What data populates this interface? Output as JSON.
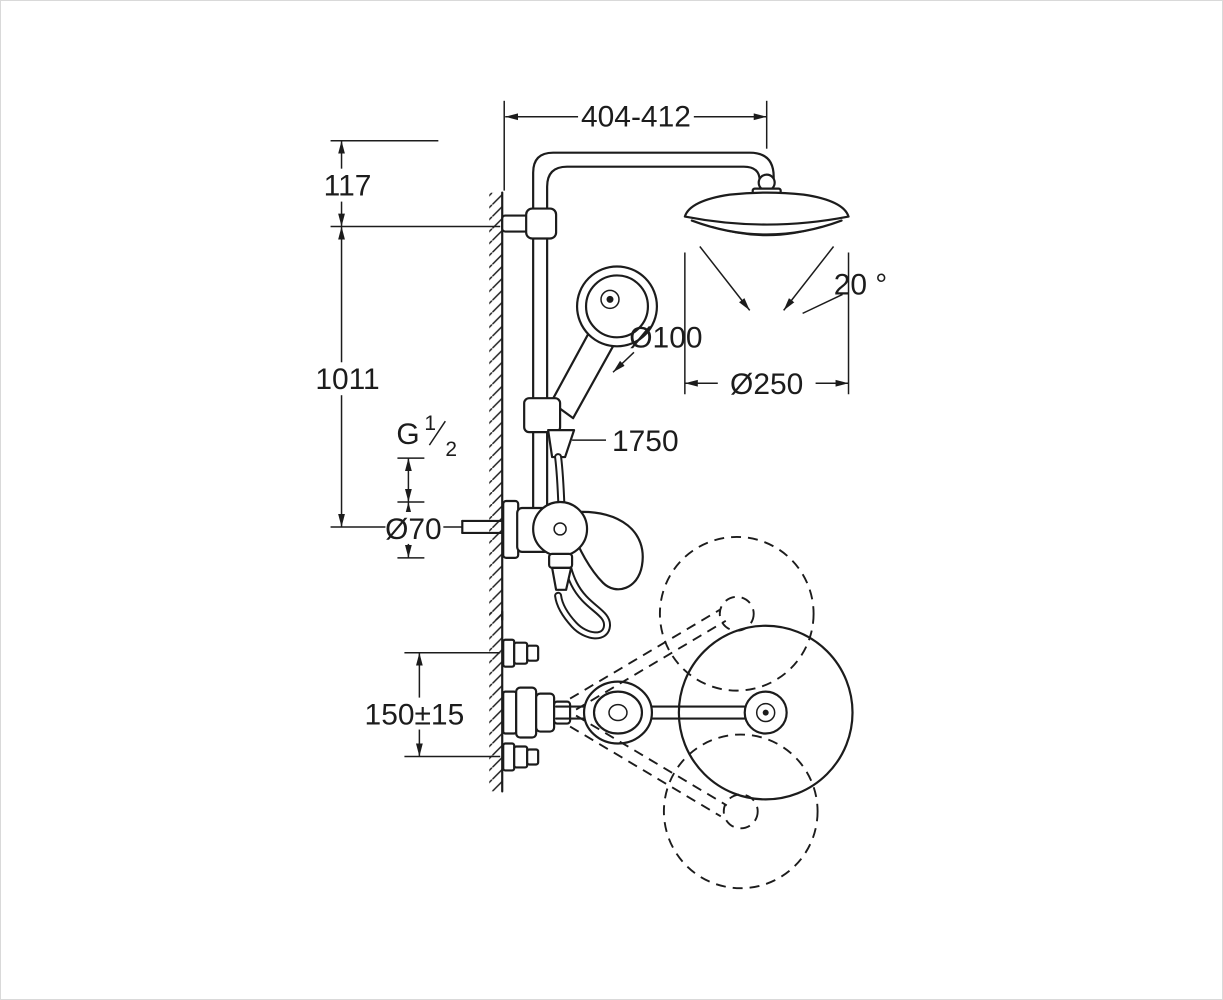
{
  "drawing": {
    "type": "technical-dimension-diagram",
    "subject": "wall-mounted shower system with head shower, hand shower and exposed mixer",
    "colors": {
      "line": "#1c1c1c",
      "background": "#ffffff"
    },
    "labels": {
      "width_range": "404-412",
      "top_offset": "117",
      "height": "1011",
      "thread_prefix": "G",
      "thread_numerator": "1",
      "thread_denominator": "2",
      "escutcheon_diameter": "Ø70",
      "hand_shower_diameter": "Ø100",
      "head_shower_diameter": "Ø250",
      "spray_angle": "20 °",
      "hose_length": "1750",
      "supply_center_distance": "150±15"
    }
  }
}
